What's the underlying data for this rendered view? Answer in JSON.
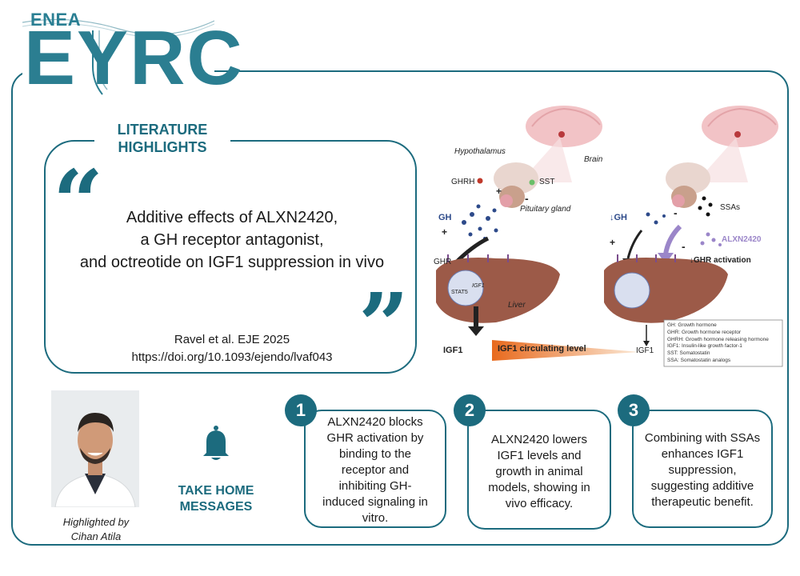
{
  "logo": {
    "top": "ENEA",
    "main": "EYRC"
  },
  "literature": {
    "title_line1": "LITERATURE",
    "title_line2": "HIGHLIGHTS",
    "quote_line1": "Additive effects of ALXN2420,",
    "quote_line2": "a GH receptor antagonist,",
    "quote_line3": "and octreotide on IGF1 suppression in vivo",
    "citation_line1": "Ravel et al. EJE 2025",
    "citation_line2": "https://doi.org/10.1093/ejendo/lvaf043"
  },
  "figure": {
    "brain_left": "Brain",
    "hypothalamus": "Hypothalamus",
    "ghrh": "GHRH",
    "sst": "SST",
    "pituitary": "Pituitary gland",
    "gh": "GH",
    "ghr": "GHR",
    "stat5": "STAT5",
    "igf1_gene": "IGF1",
    "liver": "Liver",
    "igf1_left": "IGF1",
    "gradient_label": "IGF1 circulating level",
    "igf1_right": "IGF1",
    "gh_down": "↓GH",
    "ssas": "SSAs",
    "alxn": "ALXN2420",
    "ghr_activation": "↓GHR activation",
    "plus": "+",
    "minus": "-",
    "legend": [
      "GH: Growth hormone",
      "GHR: Growth hormone receptor",
      "GHRH: Growth hormone releasing hormone",
      "IGF1: Insulin-like growth factor-1",
      "SST: Somatostatin",
      "SSA: Somatostatin analogs"
    ],
    "colors": {
      "liver": "#9c5a48",
      "brain": "#f2c3c6",
      "gh_dot": "#2d4a8a",
      "ghr": "#7a4c8c",
      "alxn": "#9b86c9",
      "gradient_dark": "#e86a1e"
    }
  },
  "highlighter": {
    "line1": "Highlighted by",
    "line2": "Cihan Atila"
  },
  "take_home": {
    "line1": "TAKE HOME",
    "line2": "MESSAGES"
  },
  "messages": [
    {
      "number": "1",
      "lines": [
        "ALXN2420 blocks",
        "GHR activation by",
        "binding to the",
        "receptor and",
        "inhibiting GH-",
        "induced signaling in",
        "vitro."
      ]
    },
    {
      "number": "2",
      "lines": [
        "ALXN2420 lowers",
        "IGF1 levels and",
        "growth in animal",
        "models, showing in",
        "vivo efficacy."
      ]
    },
    {
      "number": "3",
      "lines": [
        "Combining with SSAs",
        "enhances IGF1",
        "suppression,",
        "suggesting additive",
        "therapeutic benefit."
      ]
    }
  ],
  "theme": {
    "accent": "#1c6b7e"
  }
}
